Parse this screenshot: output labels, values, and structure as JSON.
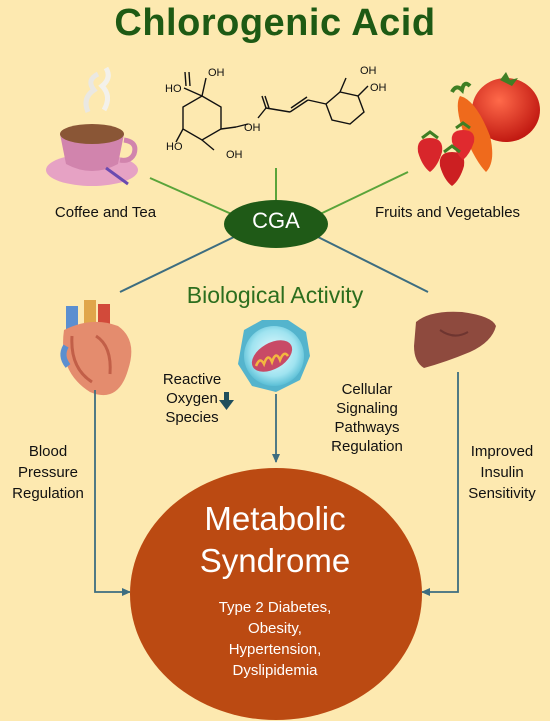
{
  "title": "Chlorogenic Acid",
  "center": {
    "label": "CGA"
  },
  "sources": {
    "left": "Coffee and Tea",
    "right": "Fruits and Vegetables"
  },
  "molecule": {
    "hydroxyl": "OH",
    "hydroxyl_alt": "HO",
    "carboxyl": "HO"
  },
  "biological_activity": "Biological Activity",
  "ros": {
    "line1": "Reactive",
    "line2": "Oxygen",
    "line3": "Species"
  },
  "signaling": {
    "line1": "Cellular",
    "line2": "Signaling",
    "line3": "Pathways",
    "line4": "Regulation"
  },
  "blood_pressure": {
    "line1": "Blood",
    "line2": "Pressure",
    "line3": "Regulation"
  },
  "insulin": {
    "line1": "Improved",
    "line2": "Insulin",
    "line3": "Sensitivity"
  },
  "metabolic": {
    "title1": "Metabolic",
    "title2": "Syndrome",
    "conditions": [
      "Type 2 Diabetes,",
      "Obesity,",
      "Hypertension,",
      "Dyslipidemia"
    ]
  },
  "colors": {
    "background": "#fde9b0",
    "title": "#1e5a14",
    "cga_ellipse": "#1f5a17",
    "bio_text": "#2c6e1e",
    "syndrome_circle": "#bb4a12",
    "connector_green": "#5aa43a",
    "connector_blue": "#3d6d80"
  },
  "icons": [
    "coffee-cup-icon",
    "fruits-vegetables-icon",
    "heart-icon",
    "mitochondria-cell-icon",
    "liver-icon",
    "down-arrow-icon"
  ]
}
